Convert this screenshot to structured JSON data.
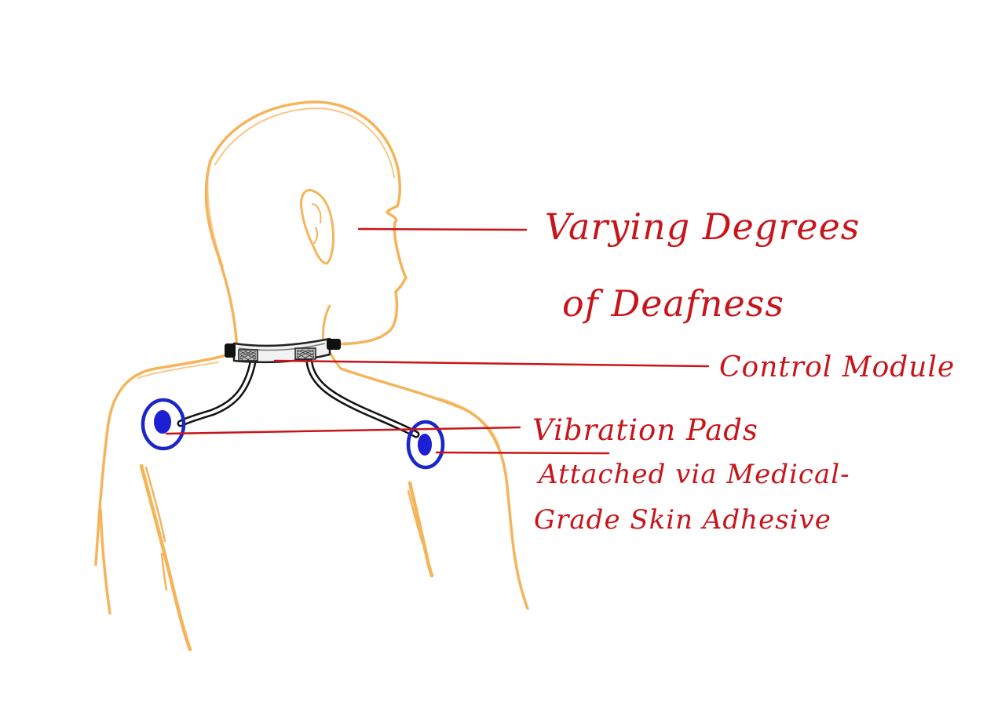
{
  "colors": {
    "body_outline": "#f6b45a",
    "annotation": "#c8151b",
    "pad_fill": "#1c1fd4",
    "pad_ring": "#1b26c6",
    "collar_outline": "#222222",
    "collar_fill": "#f2f2f2"
  },
  "annotations": {
    "deafness_line1": "Varying Degrees",
    "deafness_line2": "of Deafness",
    "control_module": "Control Module",
    "vibration_title": "Vibration Pads",
    "vibration_line1": "Attached via Medical-",
    "vibration_line2": "Grade Skin Adhesive"
  }
}
